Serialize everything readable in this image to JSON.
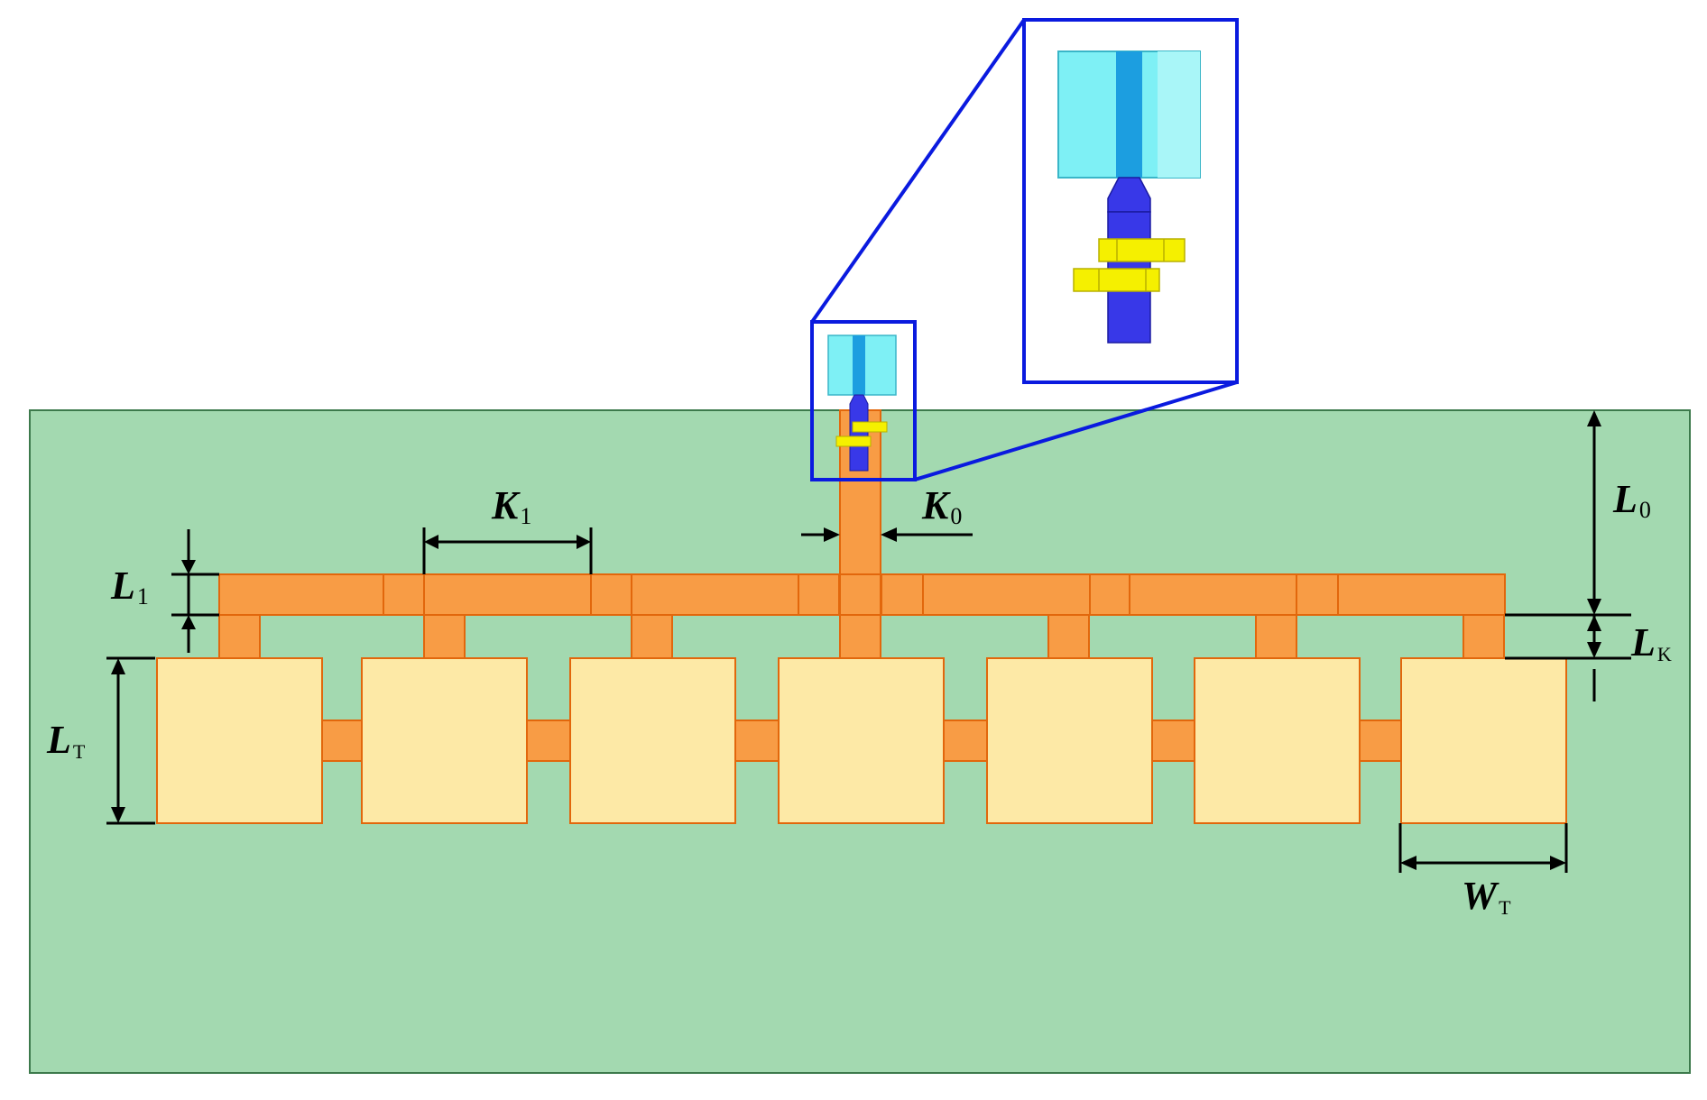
{
  "labels": {
    "k1": {
      "main": "K",
      "sub": "1"
    },
    "k0": {
      "main": "K",
      "sub": "0"
    },
    "l1": {
      "main": "L",
      "sub": "1"
    },
    "l0": {
      "main": "L",
      "sub": "0"
    },
    "lk": {
      "main": "L",
      "sub": "K"
    },
    "lt": {
      "main": "L",
      "sub": "T"
    },
    "wt": {
      "main": "W",
      "sub": "T"
    }
  },
  "colors": {
    "substrate": "#a3d9b0",
    "feed_line": "#f89c45",
    "patch": "#fde9a6",
    "outline": "#e2670c",
    "zoom_frame": "#0a1adf",
    "connector_body": "#7ef0f5",
    "connector_pin": "#1c9ee0",
    "probe": "#3838e8",
    "solder": "#f5f000"
  },
  "patch_count": 7
}
